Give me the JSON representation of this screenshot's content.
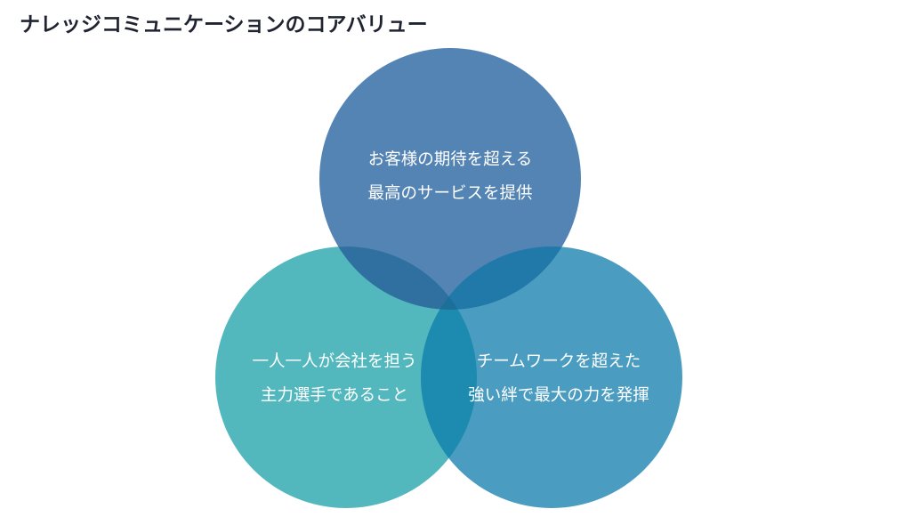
{
  "title": "ナレッジコミュニケーションのコアバリュー",
  "circles": [
    {
      "id": "top",
      "lines": [
        "お客様の期待を超える",
        "最高のサービスを提供"
      ],
      "color": "#5384b4"
    },
    {
      "id": "left",
      "lines": [
        "一人一人が会社を担う",
        "主力選手であること"
      ],
      "color": "#52b8bd"
    },
    {
      "id": "right",
      "lines": [
        "チームワークを超えた",
        "強い絆で最大の力を発揮"
      ],
      "color": "#4a9dc1"
    }
  ],
  "overlap_colors": {
    "top_left": "#2f70a0",
    "top_right": "#2079a9",
    "left_right": "#1d8bb0",
    "center": "#1b6f99"
  }
}
